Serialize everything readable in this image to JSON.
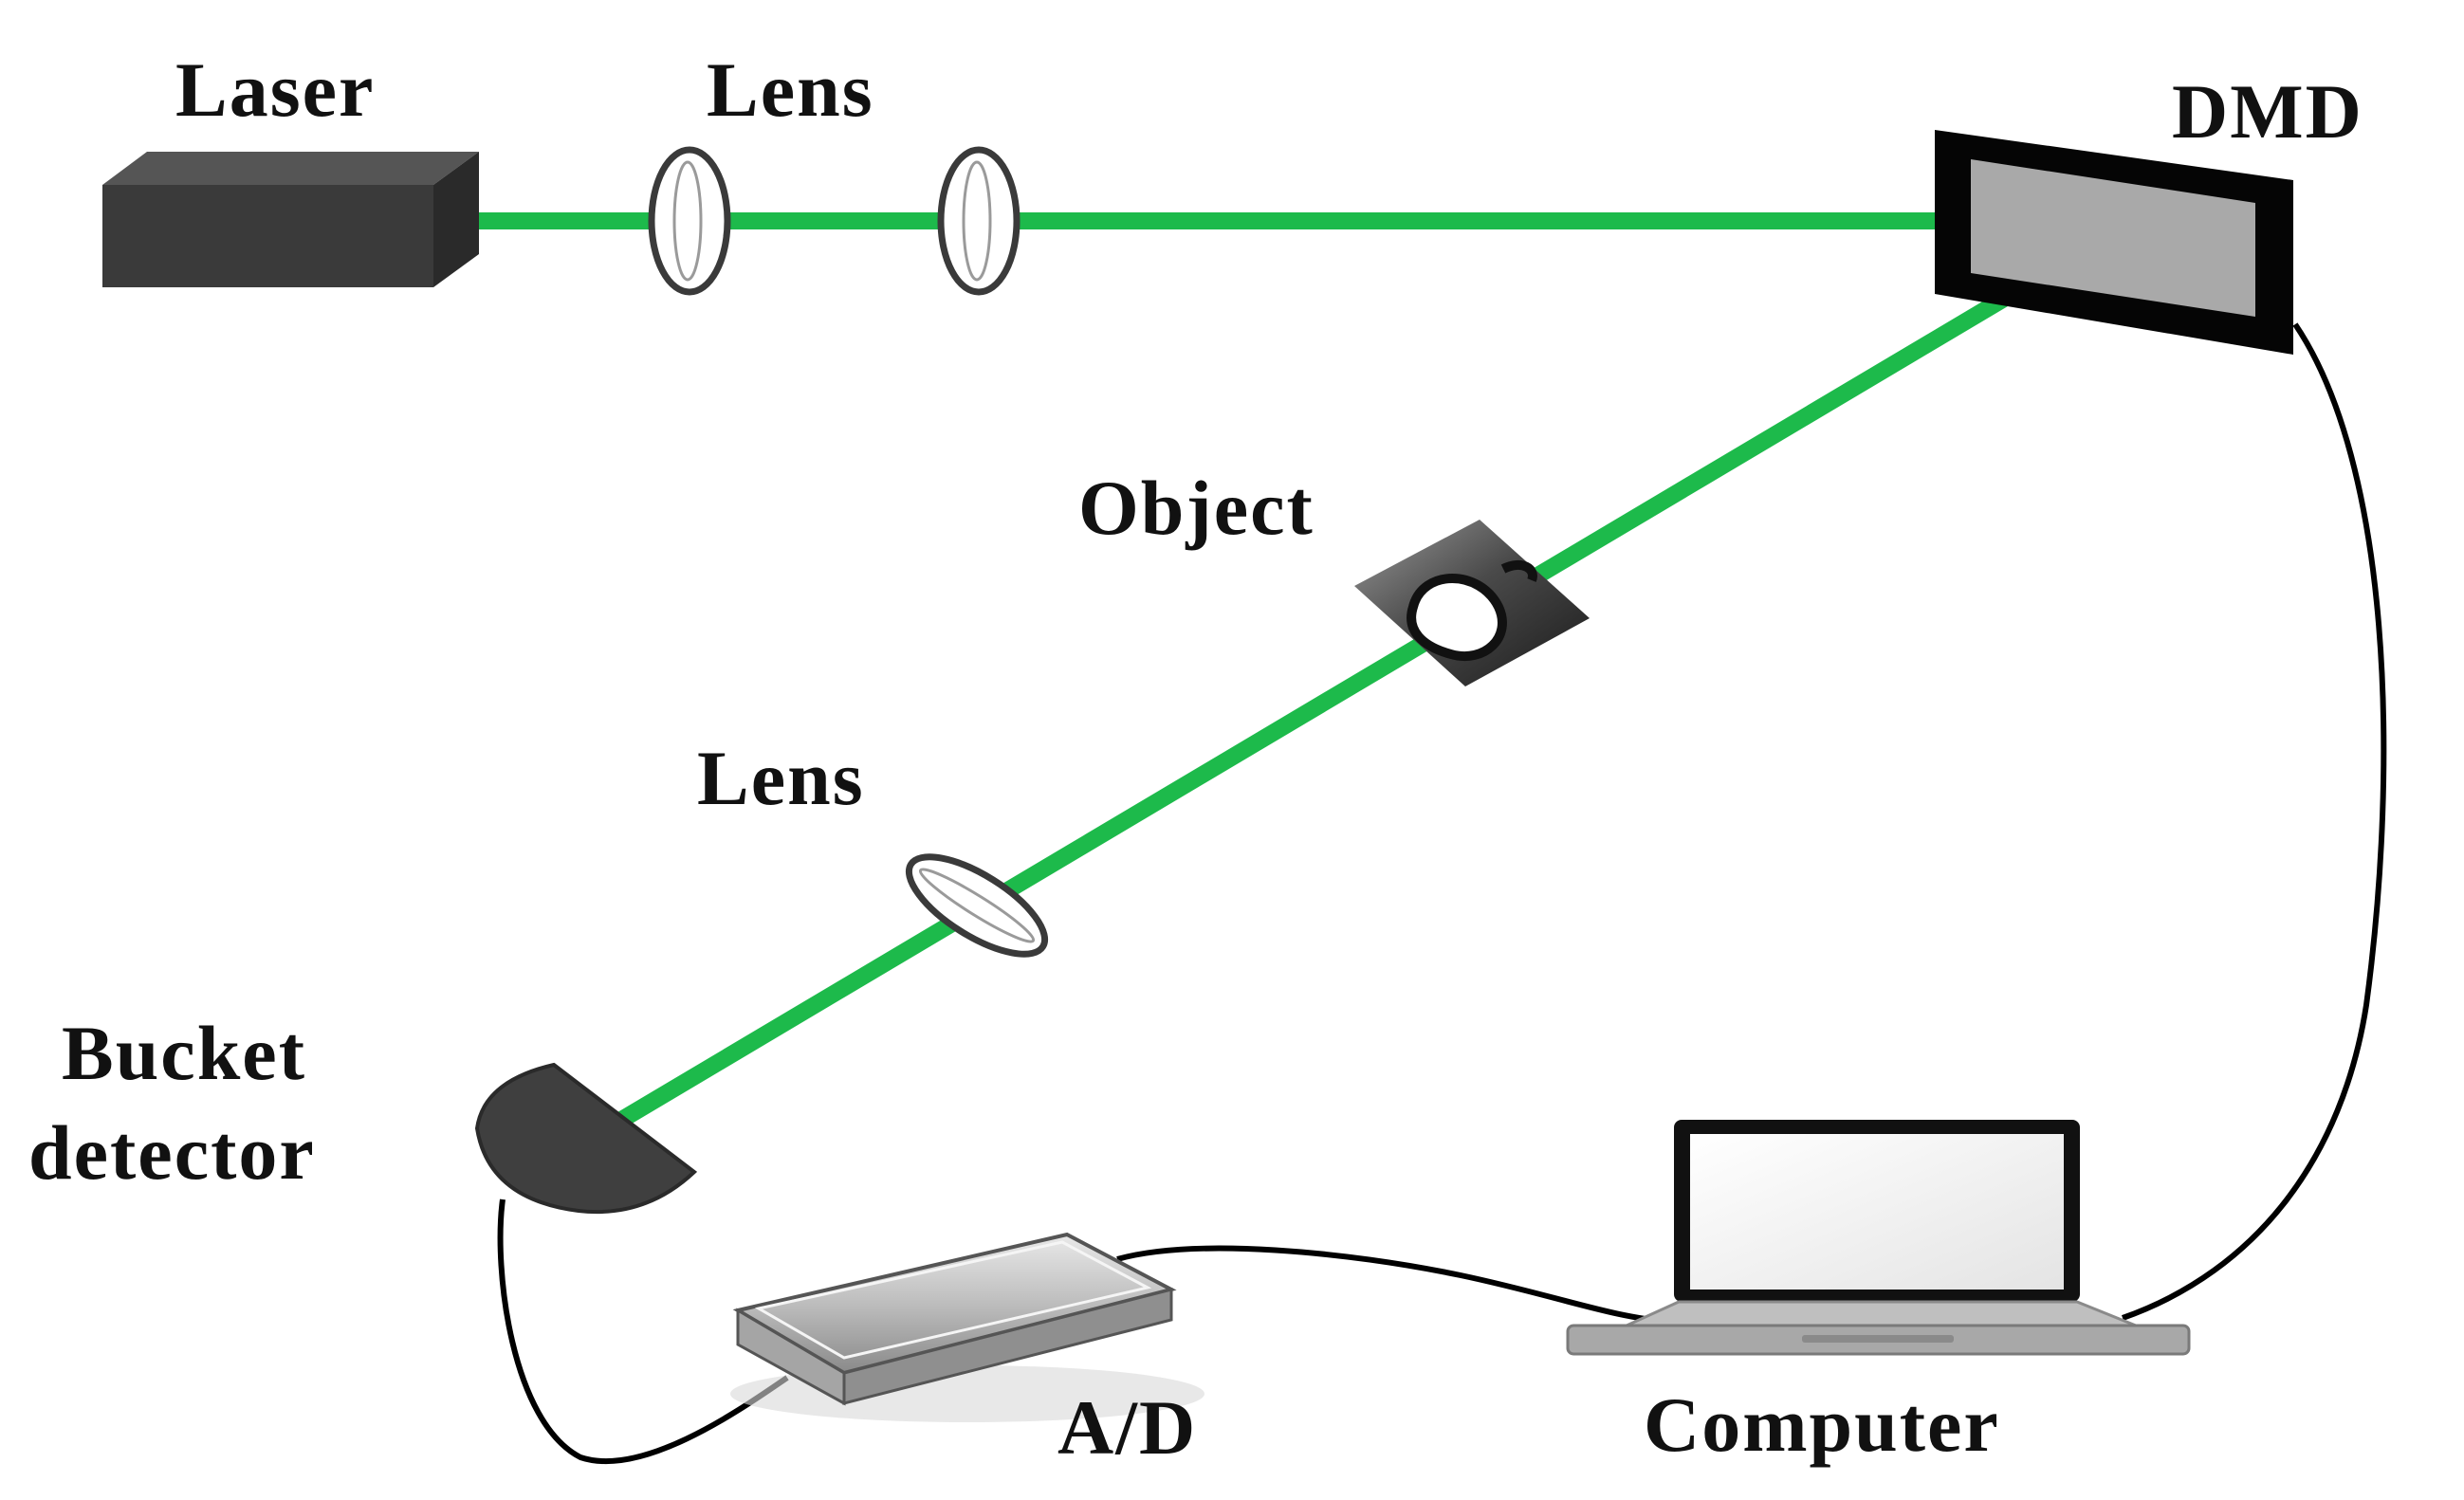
{
  "labels": {
    "laser": "Laser",
    "lens_top": "Lens",
    "dmd": "DMD",
    "object": "Object",
    "lens_diagonal": "Lens",
    "bucket_line1": "Bucket",
    "bucket_line2": "detector",
    "ad": "A/D",
    "computer": "Computer"
  },
  "colors": {
    "beam": "#1dba4b",
    "device_dark": "#3a3a3a",
    "dmd_frame": "#050505",
    "dmd_screen": "#a9a9a9",
    "cable": "#000000",
    "text": "#111111"
  },
  "icons": {
    "laser": "laser-box-icon",
    "lens": "lens-ellipse-icon",
    "dmd": "dmd-panel-icon",
    "object": "object-slide-icon",
    "detector": "bucket-detector-icon",
    "ad": "ad-converter-icon",
    "computer": "laptop-icon"
  }
}
